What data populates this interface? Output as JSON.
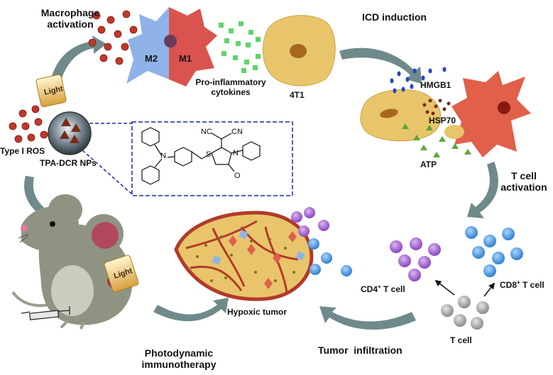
{
  "labels": {
    "macrophage_activation": "Macrophage\nactivation",
    "m2": "M2",
    "m1": "M1",
    "icd_induction": "ICD induction",
    "pro_inflammatory": "Pro-inflammatory\ncytokines",
    "tumor_4t1": "4T1",
    "hmgb1": "HMGB1",
    "hsp70": "HSP70",
    "atp": "ATP",
    "t_cell_activation": "T cell\nactivation",
    "type_i_ros": "Type I ROS",
    "tpa_dcr": "TPA-DCR NPs",
    "light_1": "Light",
    "light_2": "Light",
    "cd4_prefix": "CD4",
    "cd4_sup": "+",
    "cd4_suffix": " T cell",
    "cd8_prefix": "CD8",
    "cd8_sup": "+",
    "cd8_suffix": " T cell",
    "t_cell": "T cell",
    "hypoxic_tumor": "Hypoxic tumor",
    "tumor_infiltration": "Tumor  infiltration",
    "photodynamic": "Photodynamic\nimmunotherapy",
    "chem_nc1": "NC",
    "chem_cn": "CN",
    "chem_s": "S",
    "chem_n": "N",
    "chem_o": "O",
    "chem_n2": "N"
  },
  "colors": {
    "m2_blue": "#8fb3e8",
    "m1_red": "#d9534f",
    "tumor_yellow": "#e8c56a",
    "dc_red": "#e0604a",
    "cd4_purple": "#9b59c7",
    "cd8_blue": "#3a8fd8",
    "naive_gray": "#9a9a9a",
    "arrow_gray": "#6f8a8a",
    "ros_red": "#c0392b",
    "cytokine_green": "#5fd36a",
    "atp_green": "#5aa832",
    "hmgb1_blue": "#2a44c8",
    "hsp70_brown": "#7a2a1a",
    "box_dash": "#1a2aa0"
  }
}
